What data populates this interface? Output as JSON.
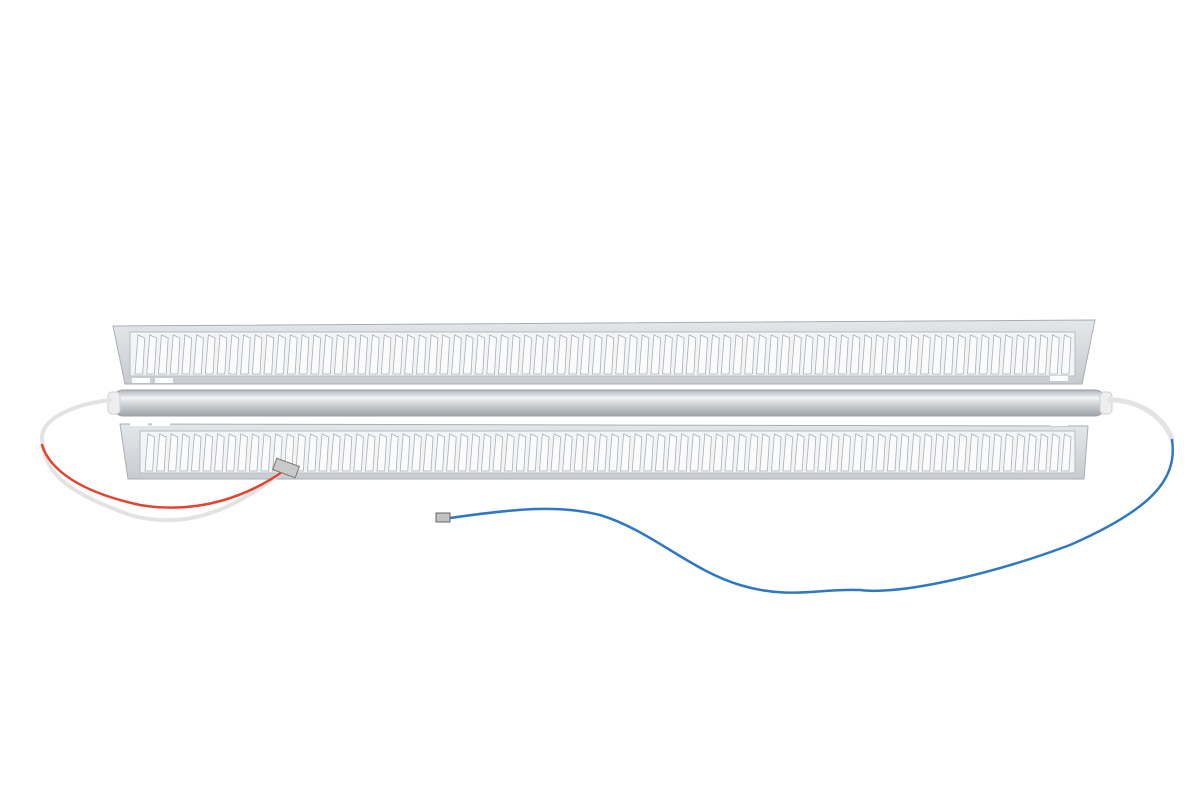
{
  "photo": {
    "subject": "heating-element",
    "colors": {
      "background": "#ffffff",
      "aluminium": "#d9dcdf",
      "aluminium_dark": "#b4b9be",
      "fin": "#eef0f2",
      "tube": "#c9cdd1",
      "wire_red": "#e2442f",
      "wire_white": "#e6e6e6",
      "wire_blue": "#2f78c4"
    },
    "top_fin_count": 80,
    "bottom_fin_count": 80
  }
}
